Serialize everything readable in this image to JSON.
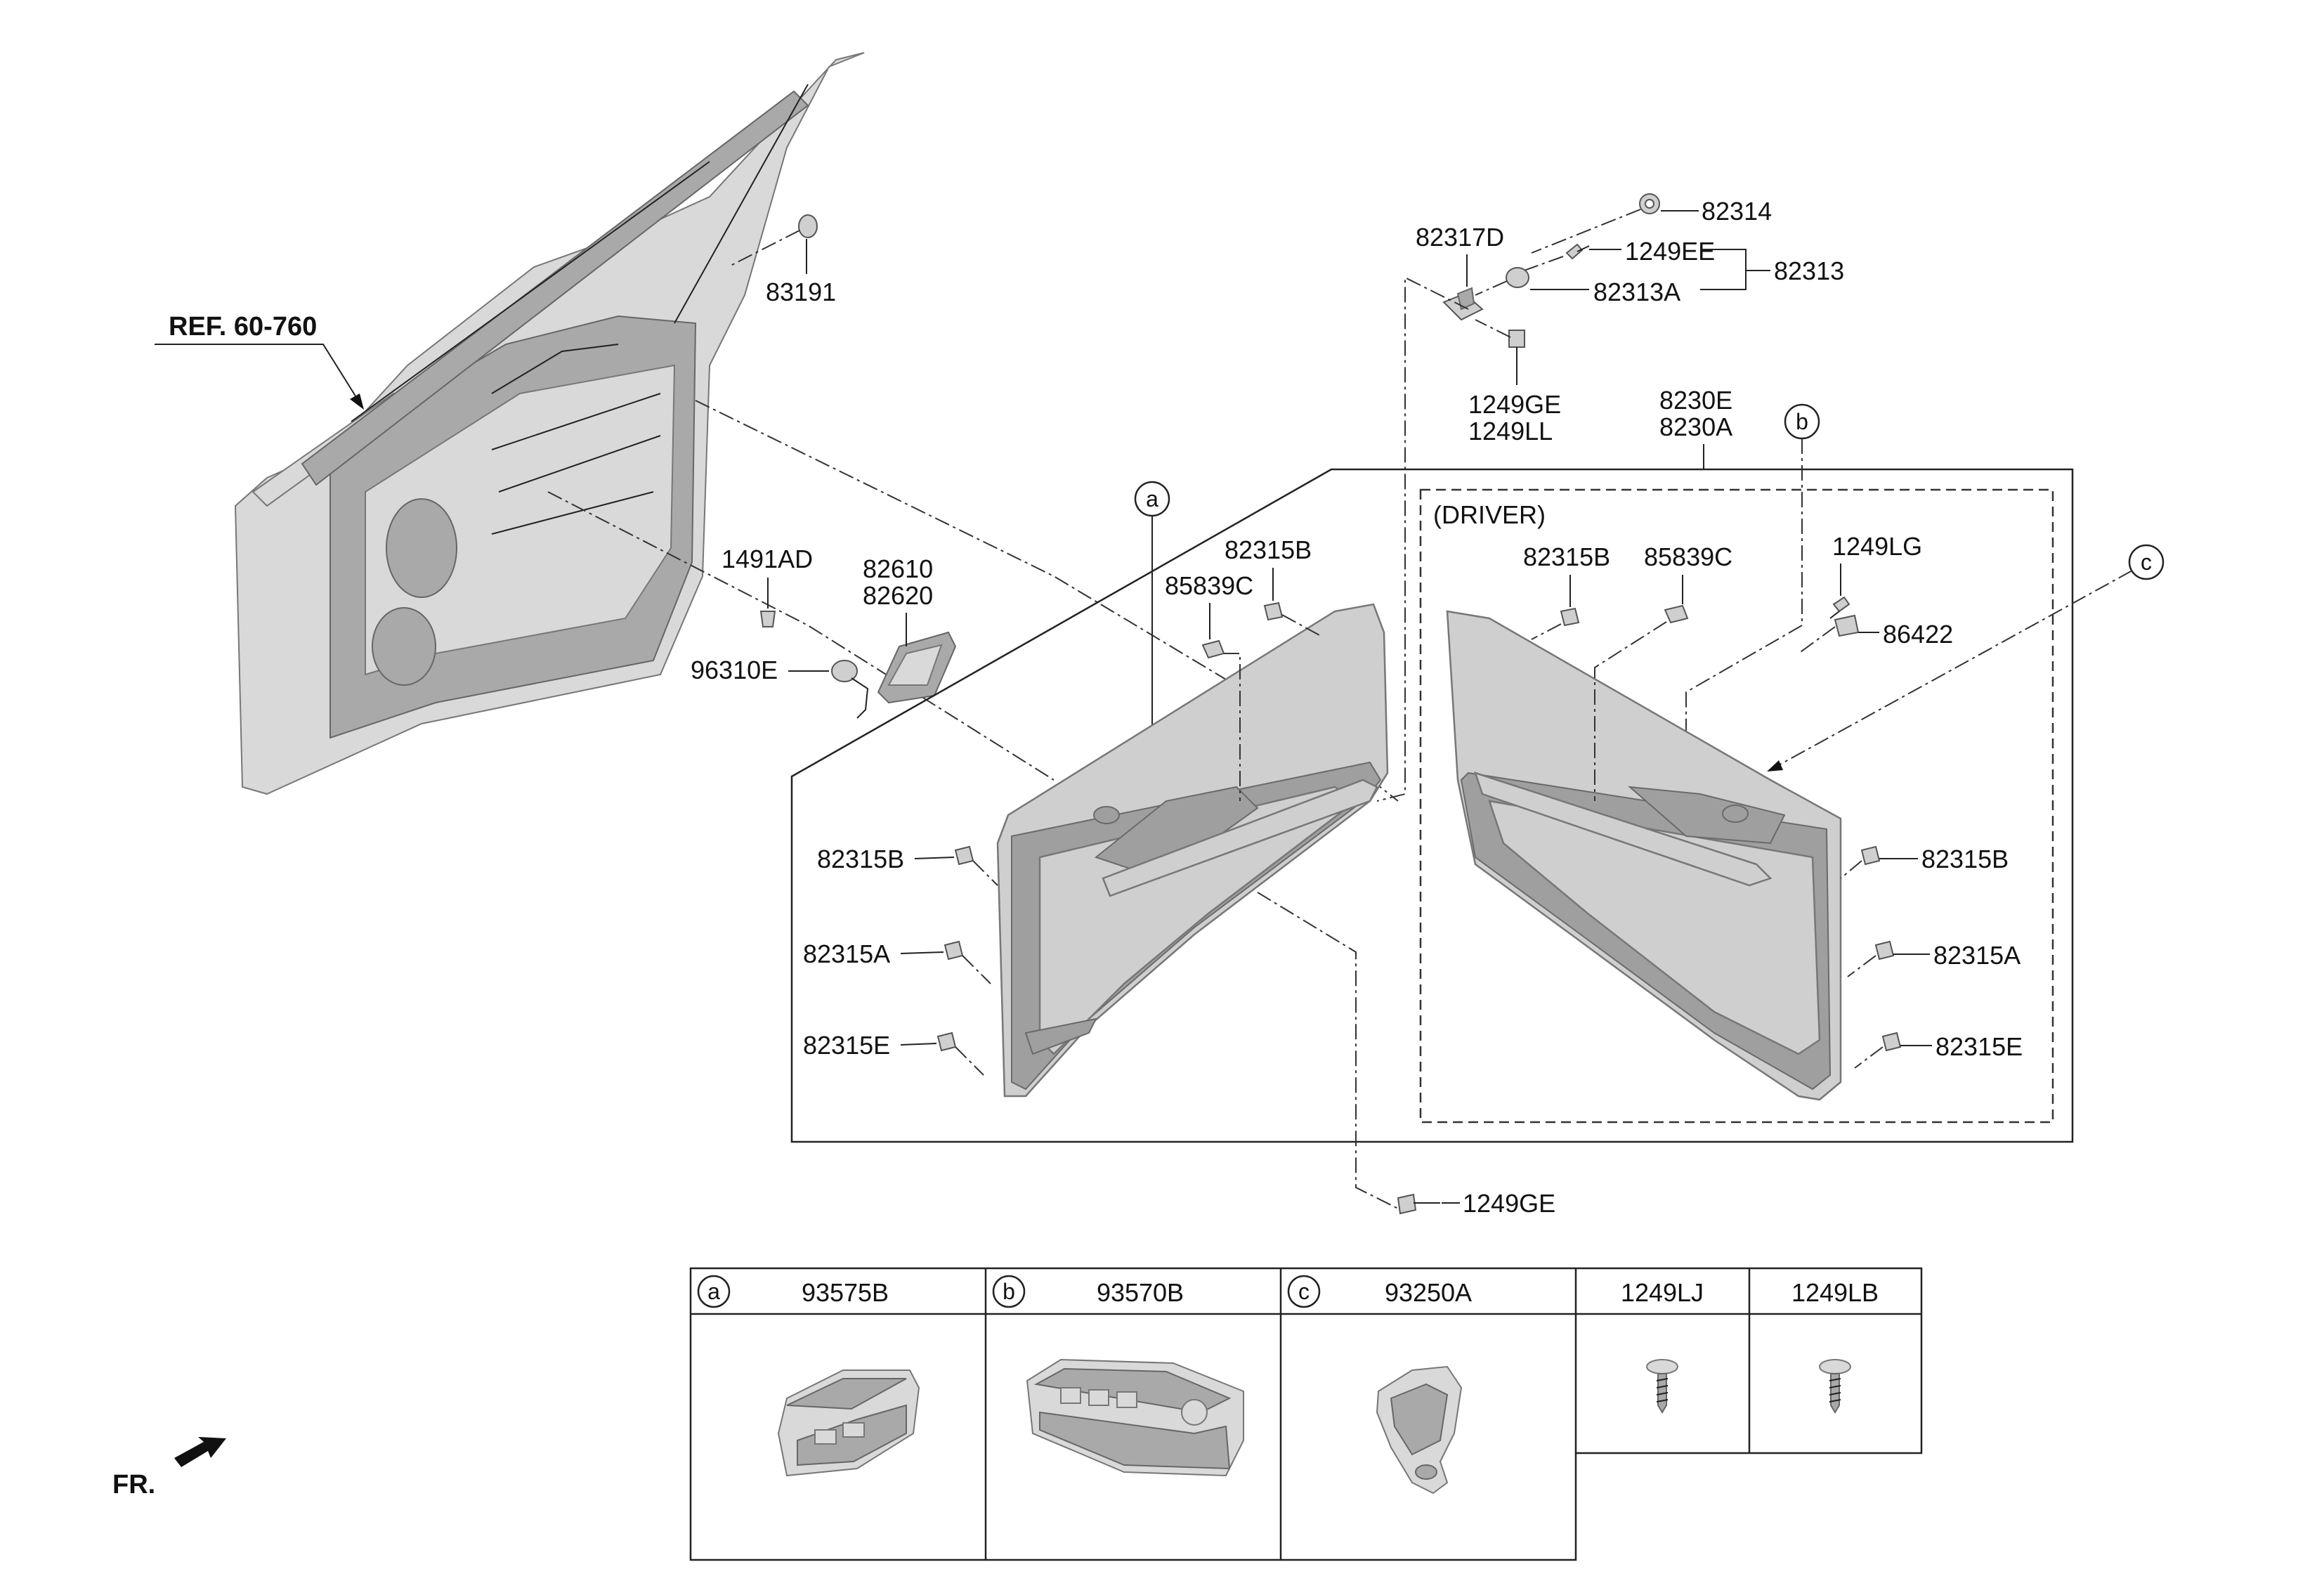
{
  "labels": {
    "ref": "REF. 60-760",
    "p83191": "83191",
    "p1491AD": "1491AD",
    "p82610": "82610",
    "p82620": "82620",
    "p96310E": "96310E",
    "p82317D": "82317D",
    "p82314": "82314",
    "p1249EE": "1249EE",
    "p82313A": "82313A",
    "p82313": "82313",
    "p1249GE_top": "1249GE",
    "p1249LL": "1249LL",
    "p8230E": "8230E",
    "p8230A": "8230A",
    "driver": "(DRIVER)",
    "p82315B_left_top": "82315B",
    "p85839C_left": "85839C",
    "p82315B_right_top": "82315B",
    "p85839C_right": "85839C",
    "p1249LG": "1249LG",
    "p86422": "86422",
    "p82315B_left": "82315B",
    "p82315A_left": "82315A",
    "p82315E_left": "82315E",
    "p82315B_right": "82315B",
    "p82315A_right": "82315A",
    "p82315E_right": "82315E",
    "p1249GE_bottom": "1249GE",
    "fr": "FR."
  },
  "callouts": {
    "a": "a",
    "b": "b",
    "c": "c"
  },
  "table": {
    "columns": [
      {
        "circle": "a",
        "part": "93575B"
      },
      {
        "circle": "b",
        "part": "93570B"
      },
      {
        "circle": "c",
        "part": "93250A"
      },
      {
        "circle": "",
        "part": "1249LJ"
      },
      {
        "circle": "",
        "part": "1249LB"
      }
    ]
  }
}
